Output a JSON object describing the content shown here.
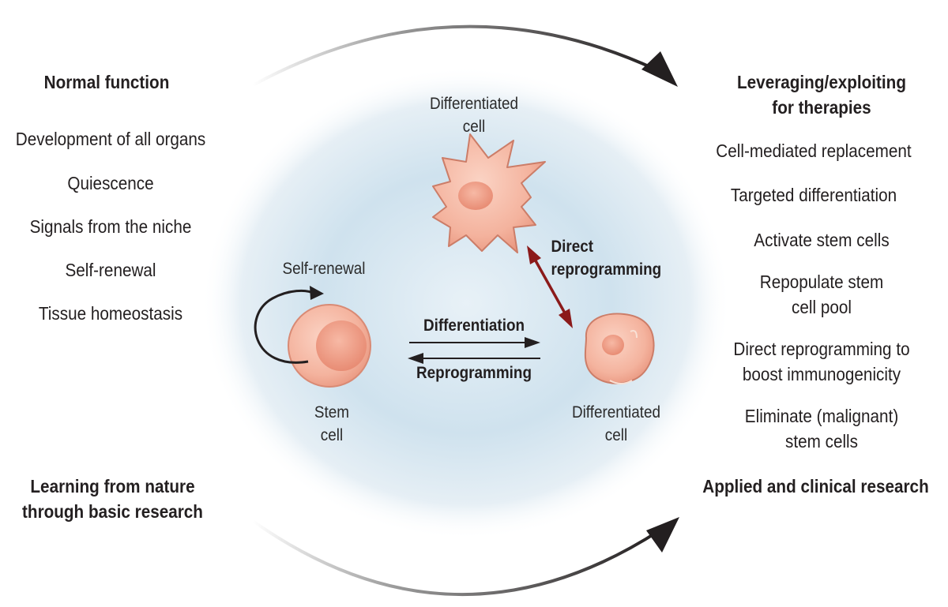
{
  "left": {
    "top_heading": "Normal function",
    "items": [
      "Development of all organs",
      "Quiescence",
      "Signals from the niche",
      "Self-renewal",
      "Tissue homeostasis"
    ],
    "bottom_heading_line1": "Learning from nature",
    "bottom_heading_line2": "through basic research"
  },
  "right": {
    "top_heading_line1": "Leveraging/exploiting",
    "top_heading_line2": "for therapies",
    "items": [
      "Cell-mediated replacement",
      "Targeted differentiation",
      "Activate stem cells",
      "Repopulate stem",
      "cell pool",
      "Direct reprogramming to",
      "boost immunogenicity",
      "Eliminate (malignant)",
      "stem cells"
    ],
    "bottom_heading": "Applied and clinical research"
  },
  "center": {
    "top_cell_line1": "Differentiated",
    "top_cell_line2": "cell",
    "direct_line1": "Direct",
    "direct_line2": "reprogramming",
    "self_renewal": "Self-renewal",
    "stem_line1": "Stem",
    "stem_line2": "cell",
    "differentiation": "Differentiation",
    "reprogramming": "Reprogramming",
    "right_cell_line1": "Differentiated",
    "right_cell_line2": "cell"
  },
  "colors": {
    "background": "#ffffff",
    "glow": "#c9dfec",
    "cell_fill": "#f6b9a6",
    "nucleus_fill": "#ef9d88",
    "arrow_dark": "#231f20",
    "direct_arrow": "#8b1a1a"
  }
}
